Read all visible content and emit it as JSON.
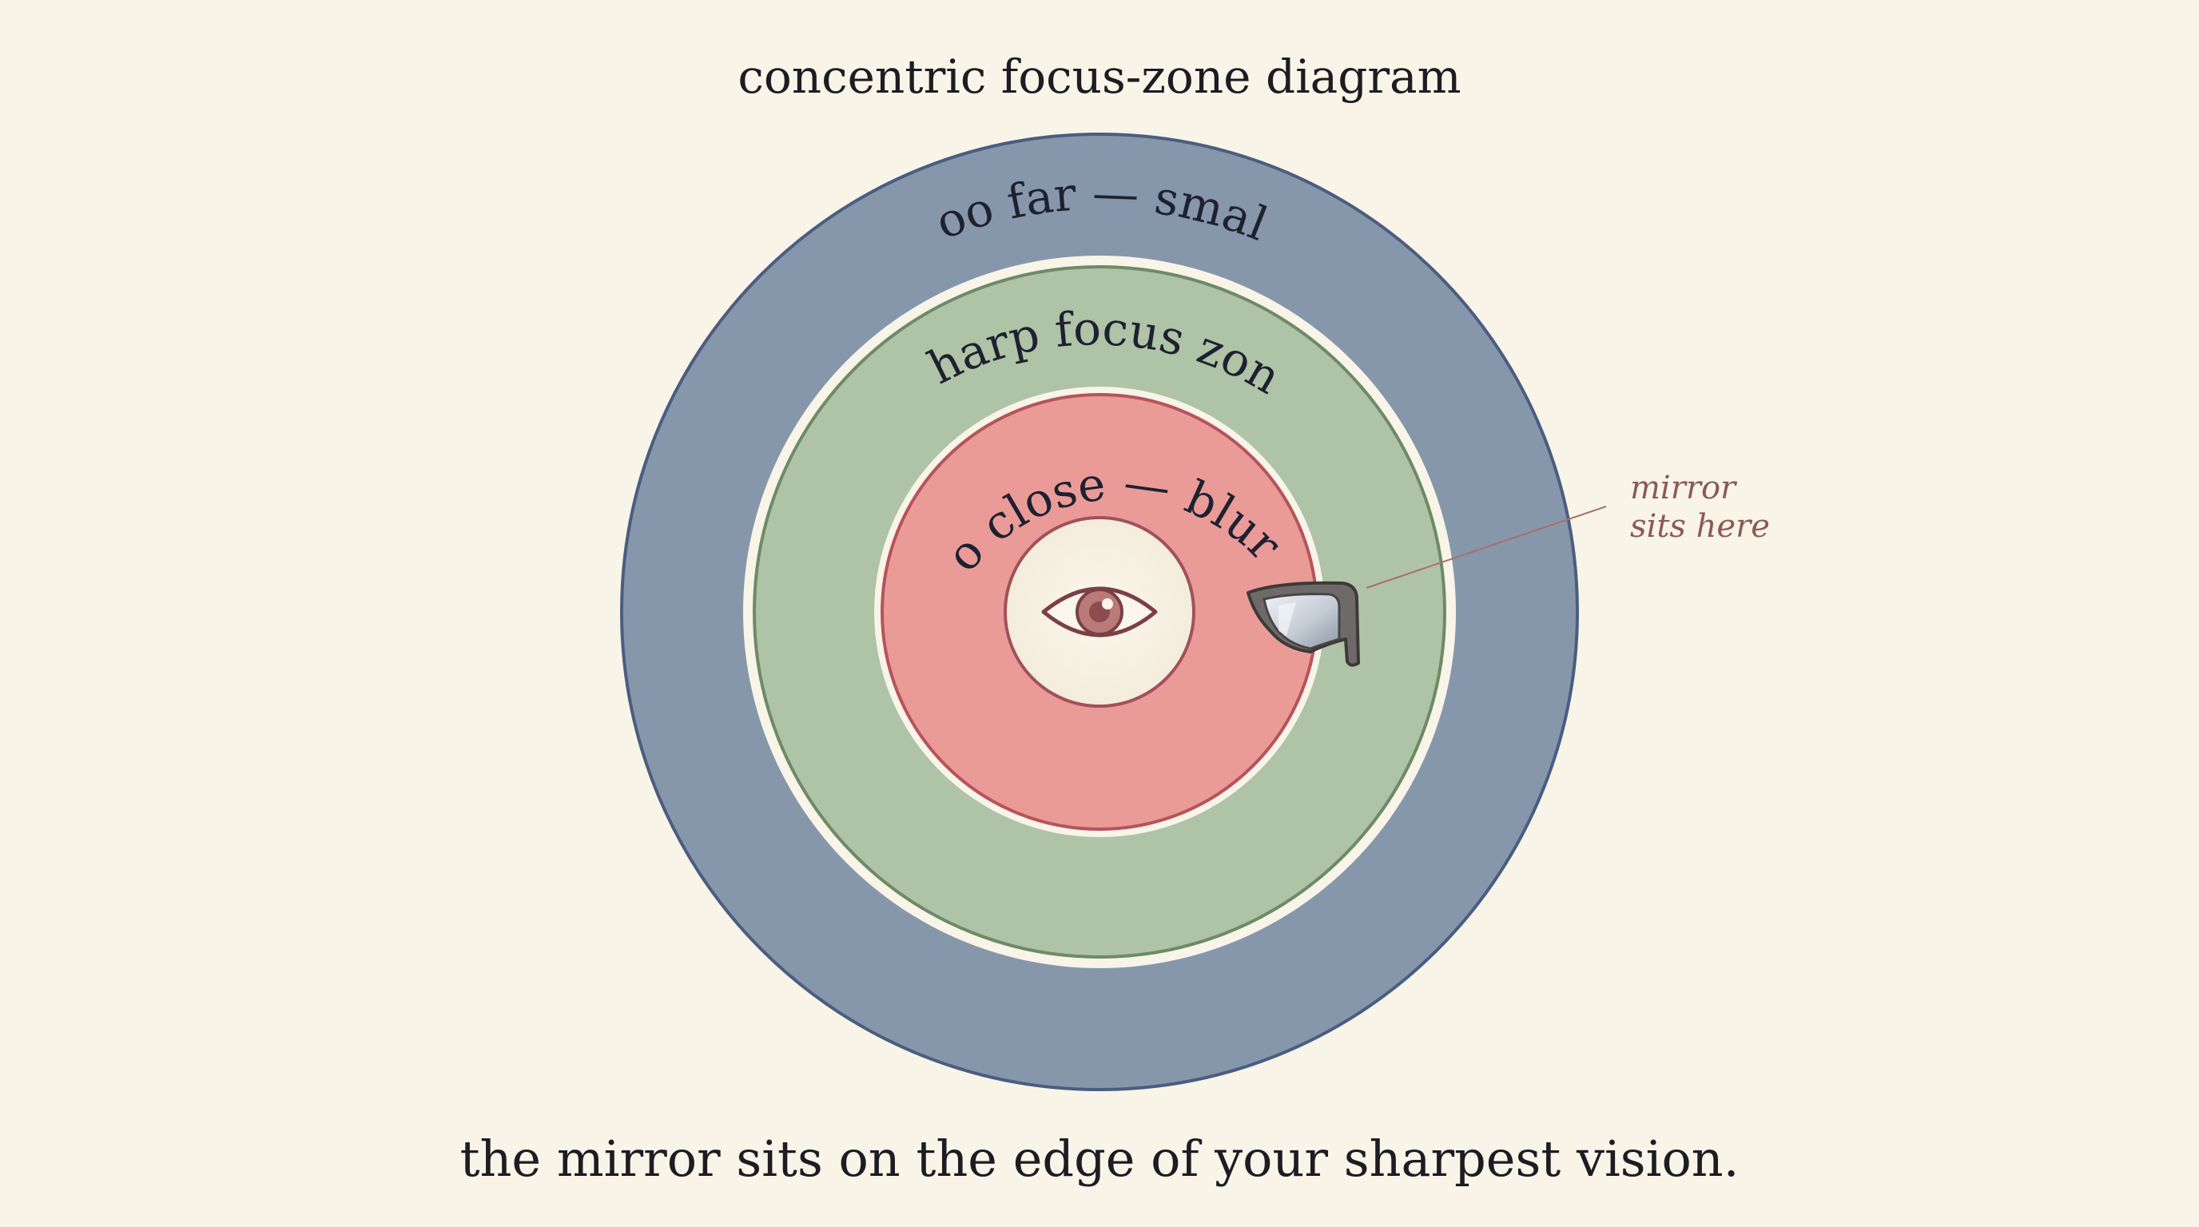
{
  "title": "concentric focus-zone diagram",
  "caption": "the mirror sits on the edge of your sharpest vision.",
  "zones": {
    "outer": {
      "label": "too far — small",
      "color": "#8797ab",
      "stroke": "#4b5d80"
    },
    "middle": {
      "label": "sharp focus zone",
      "color": "#afc3a6",
      "stroke": "#6e8a66"
    },
    "inner": {
      "label": "too close — blurry",
      "color": "#ea9b98",
      "stroke": "#b6545a"
    },
    "center": {
      "color": "#f8f2e4",
      "stroke": "#a1515a"
    }
  },
  "annotation": {
    "line1": "mirror",
    "line2": "sits here"
  },
  "icons": {
    "center": "eye-icon",
    "mirror": "side-mirror-icon"
  }
}
